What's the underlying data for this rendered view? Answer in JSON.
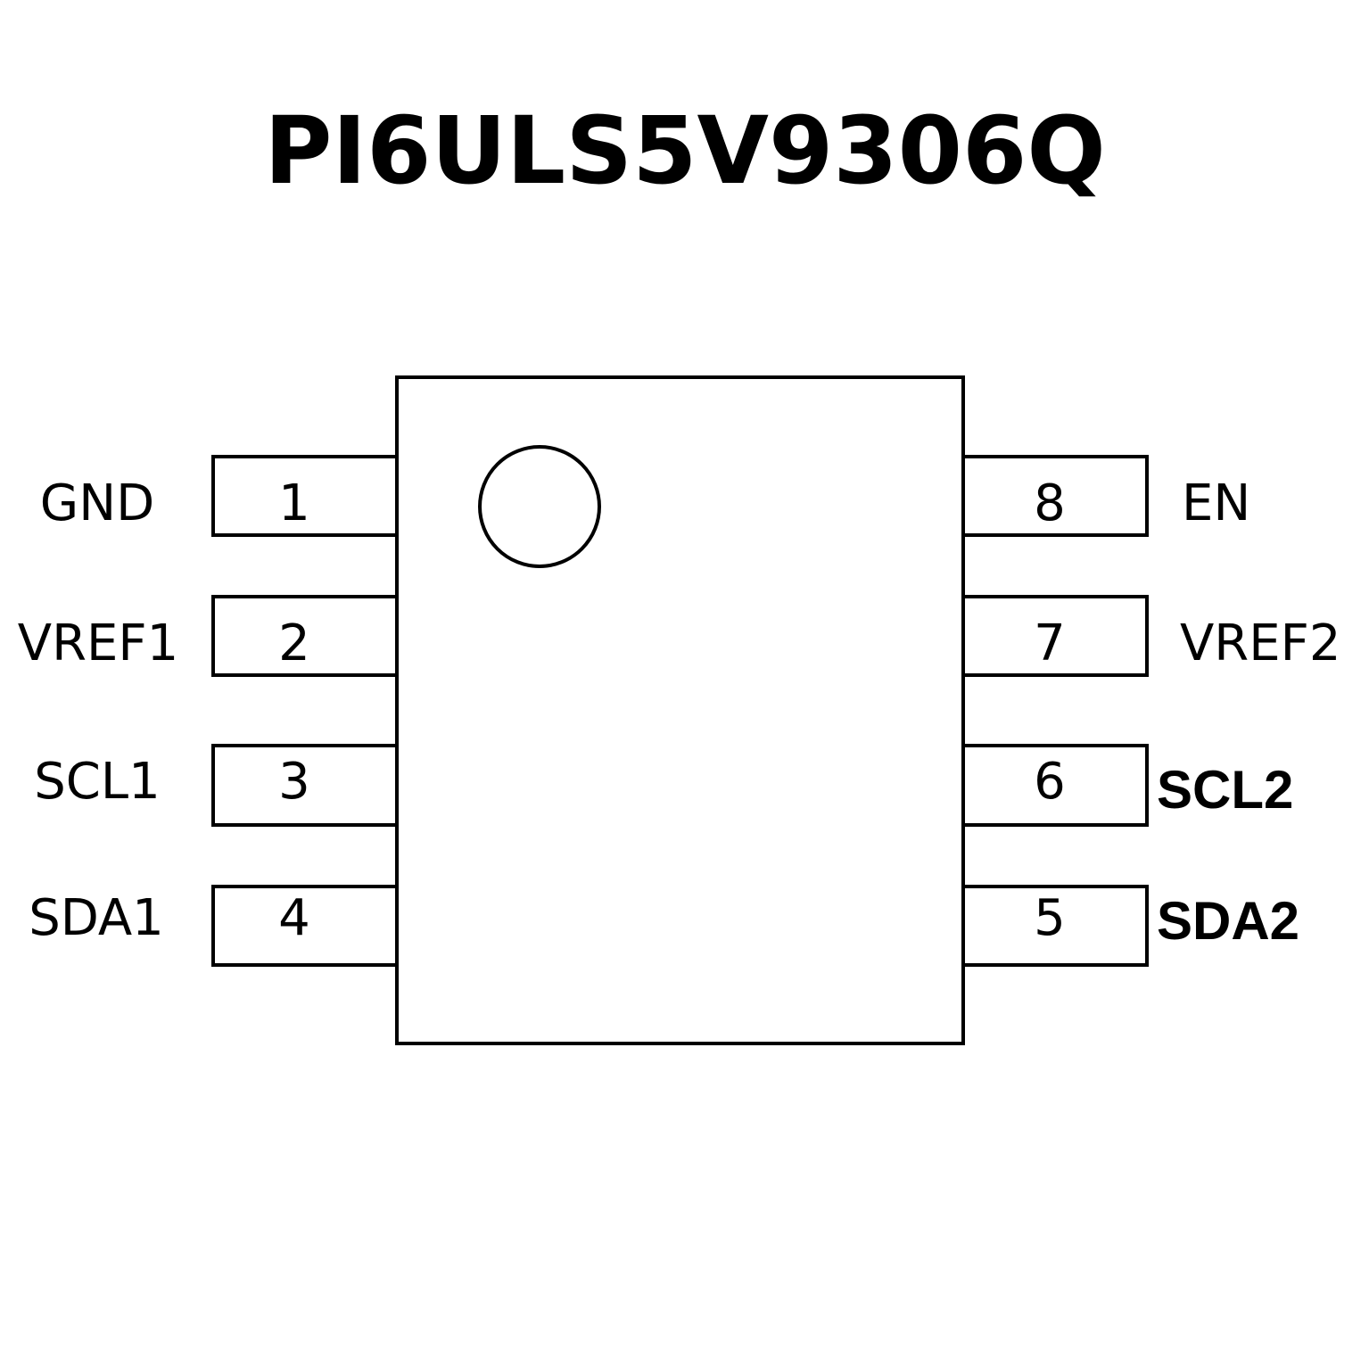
{
  "title": "PI6ULS5V9306Q",
  "left_pins": [
    {
      "number": "1",
      "name": "GND"
    },
    {
      "number": "2",
      "name": "VREF1"
    },
    {
      "number": "3",
      "name": "SCL1"
    },
    {
      "number": "4",
      "name": "SDA1"
    }
  ],
  "right_pins": [
    {
      "number": "8",
      "name": "EN"
    },
    {
      "number": "7",
      "name": "VREF2"
    },
    {
      "number": "6",
      "name": "SCL2"
    },
    {
      "number": "5",
      "name": "SDA2"
    }
  ]
}
